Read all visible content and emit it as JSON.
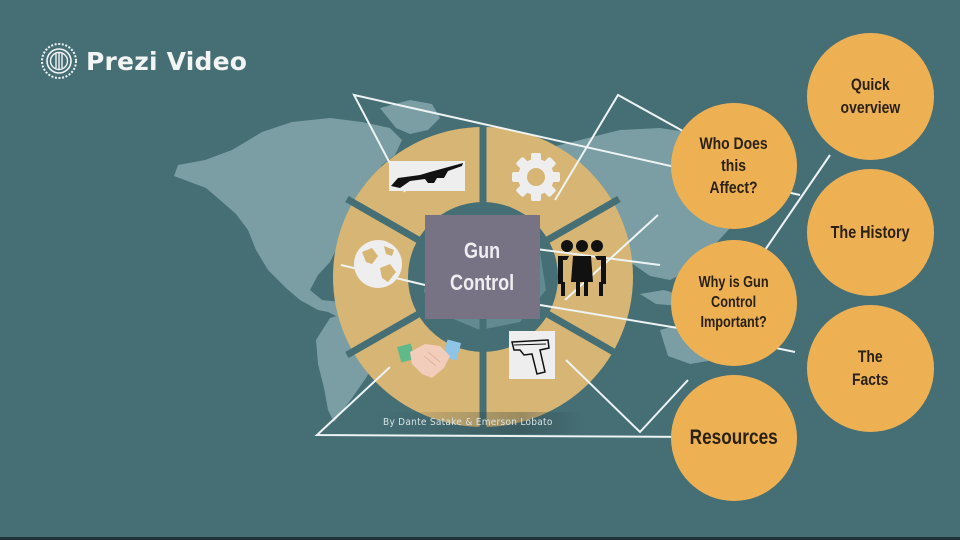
{
  "app": {
    "brand": "Prezi Video",
    "logo_icon": "prezi-logo-icon"
  },
  "presentation": {
    "title": "Gun\nControl",
    "byline": "By Dante Satake & Emerson Lobato",
    "ring_segments": [
      {
        "icon": "rifle-icon",
        "position": "top-left"
      },
      {
        "icon": "gear-icon",
        "position": "top-right"
      },
      {
        "icon": "people-group-icon",
        "position": "right"
      },
      {
        "icon": "pistol-icon",
        "position": "bottom-right"
      },
      {
        "icon": "handshake-icon",
        "position": "bottom-left"
      },
      {
        "icon": "globe-icon",
        "position": "left"
      }
    ],
    "topics": [
      {
        "id": "who-affect",
        "label": "Who Does\nthis\nAffect?"
      },
      {
        "id": "why-important",
        "label": "Why is Gun\nControl\nImportant?"
      },
      {
        "id": "resources",
        "label": "Resources"
      },
      {
        "id": "quick-overview",
        "label": "Quick\noverview"
      },
      {
        "id": "history",
        "label": "The History"
      },
      {
        "id": "facts",
        "label": "The\nFacts"
      }
    ]
  },
  "colors": {
    "background": "#456e75",
    "map": "#7a9ea3",
    "ring": "#d7b574",
    "center_box": "#787285",
    "topic_circle": "#edb154",
    "topic_text": "#2a2114",
    "lines": "#eef3f3"
  }
}
